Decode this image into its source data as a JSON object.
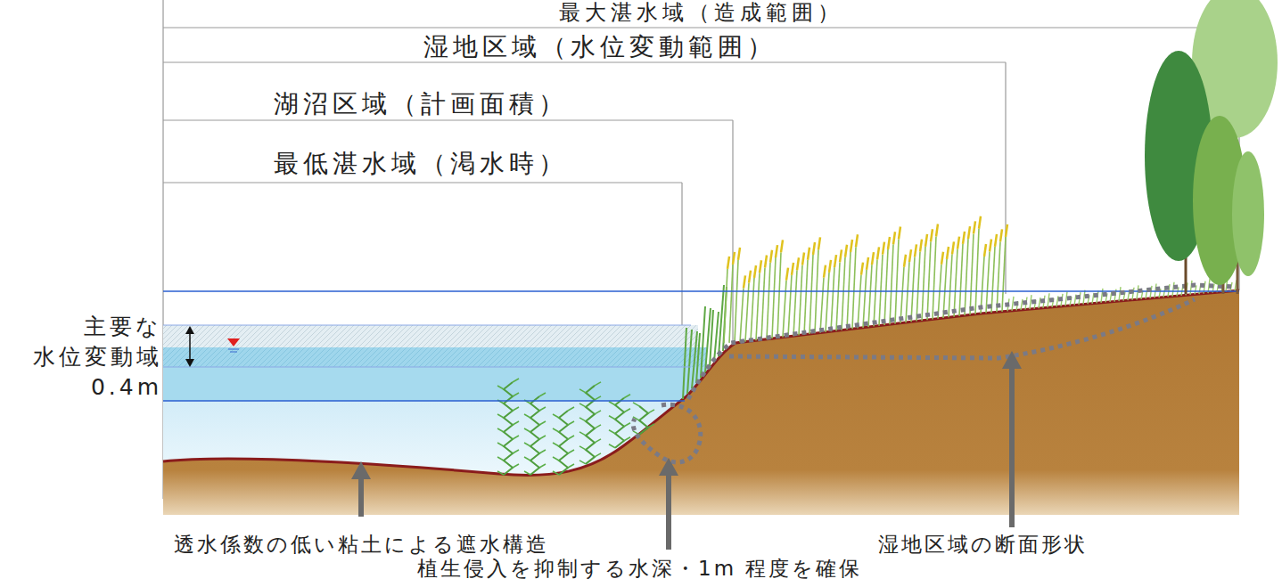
{
  "diagram": {
    "labels": [
      "最大湛水域（造成範囲）",
      "湿地区域（水位変動範囲）",
      "湖沼区域（計画面積）",
      "最低湛水域（渇水時）",
      "主要な 水位変動域 0.4m",
      "透水係数の低い粘土による遮水構造",
      "植生侵入を抑制する水深・1m 程度を確保",
      "湿地区域の断面形状"
    ]
  }
}
